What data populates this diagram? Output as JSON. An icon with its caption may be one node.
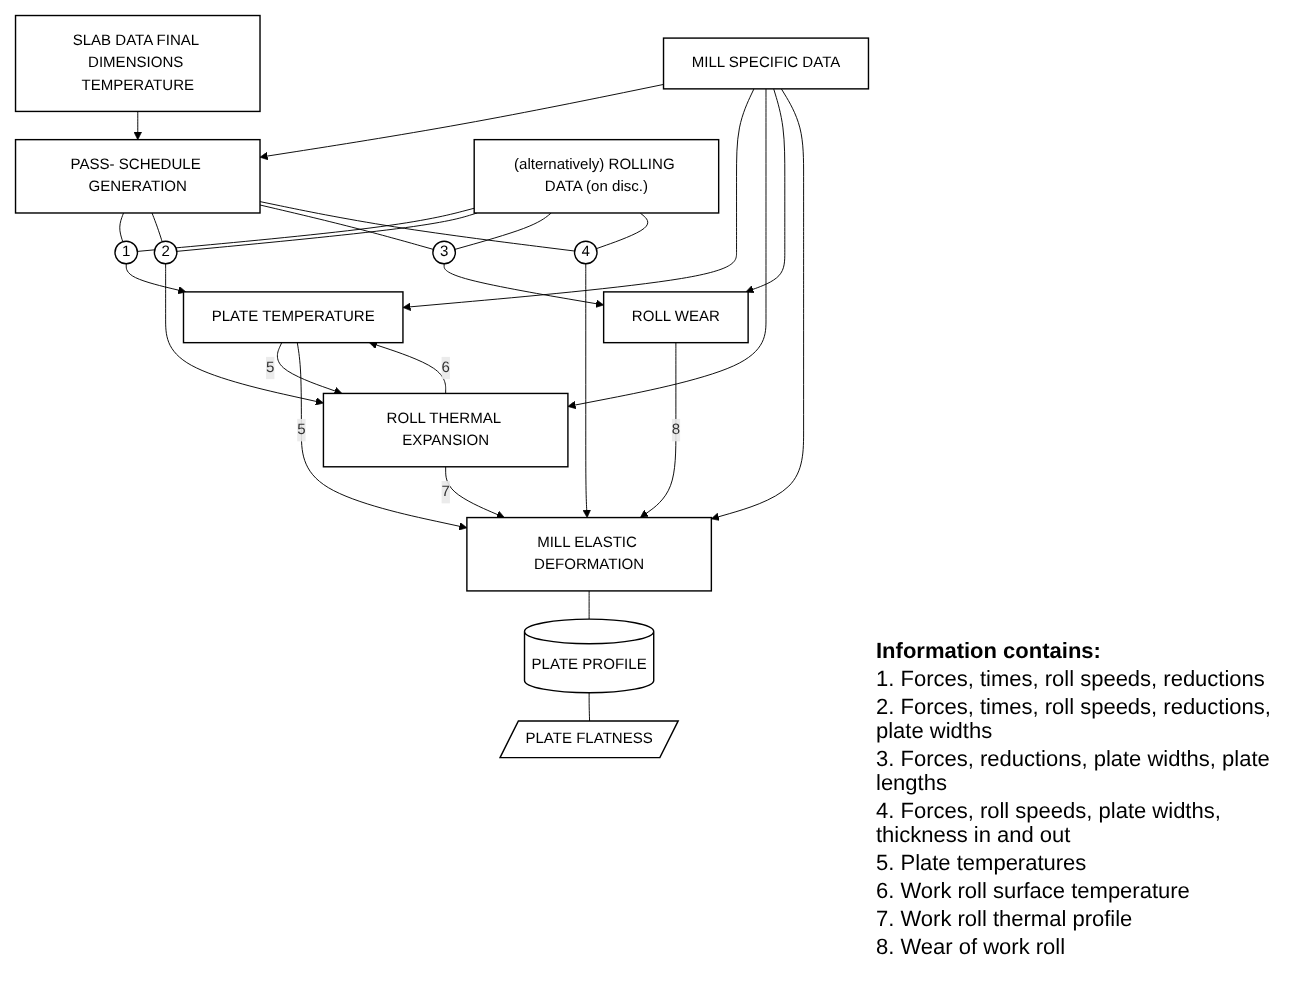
{
  "diagram": {
    "nodes": [
      {
        "text": [
          "MILL SPECIFIC DATA"
        ]
      },
      {
        "text": [
          "PASS- SCHEDULE GENERATION"
        ]
      },
      {
        "text": [
          "SLAB DATA FINAL DIMENSIONS TEMPERATURE"
        ]
      },
      {
        "text": [
          "(alternatively) ROLLING DATA (on disc.)"
        ]
      },
      {
        "text": [
          "1"
        ]
      },
      {
        "text": [
          "2"
        ]
      },
      {
        "text": [
          "3"
        ]
      },
      {
        "text": [
          "4"
        ]
      },
      {
        "text": [
          "PLATE TEMPERATURE"
        ]
      },
      {
        "text": [
          "ROLL THERMAL EXPANSION"
        ]
      },
      {
        "text": [
          "ROLL WEAR"
        ]
      },
      {
        "text": [
          "MILL ELASTIC DEFORMATION"
        ]
      },
      {
        "text": [
          "PLATE PROFILE"
        ]
      },
      {
        "text": [
          "PLATE FLATNESS"
        ]
      }
    ],
    "edges": [
      {
        "from": 0,
        "to": 1,
        "arrow": "to"
      },
      {
        "from": 2,
        "to": 1,
        "arrow": "to"
      },
      {
        "from": 1,
        "to": 4,
        "arrow": "none"
      },
      {
        "from": 1,
        "to": 5,
        "arrow": "none"
      },
      {
        "from": 1,
        "to": 6,
        "arrow": "none"
      },
      {
        "from": 1,
        "to": 7,
        "arrow": "none"
      },
      {
        "from": 3,
        "to": 4,
        "arrow": "none"
      },
      {
        "from": 3,
        "to": 5,
        "arrow": "none"
      },
      {
        "from": 3,
        "to": 6,
        "arrow": "none"
      },
      {
        "from": 3,
        "to": 7,
        "arrow": "none"
      },
      {
        "from": 4,
        "to": 8,
        "arrow": "to"
      },
      {
        "from": 5,
        "to": 9,
        "arrow": "to"
      },
      {
        "from": 6,
        "to": 10,
        "arrow": "to"
      },
      {
        "from": 7,
        "to": 11,
        "arrow": "to"
      },
      {
        "from": 0,
        "to": 8,
        "arrow": "to"
      },
      {
        "from": 0,
        "to": 9,
        "arrow": "to"
      },
      {
        "from": 0,
        "to": 10,
        "arrow": "to"
      },
      {
        "from": 0,
        "to": 11,
        "arrow": "to"
      },
      {
        "from": 8,
        "to": 9,
        "arrow": "to",
        "label": "5"
      },
      {
        "from": 9,
        "to": 8,
        "arrow": "to",
        "label": "6"
      },
      {
        "from": 8,
        "to": 11,
        "arrow": "to",
        "label": "5"
      },
      {
        "from": 9,
        "to": 11,
        "arrow": "to",
        "label": "7"
      },
      {
        "from": 10,
        "to": 11,
        "arrow": "to",
        "label": "8"
      },
      {
        "from": 11,
        "to": 12,
        "arrow": "none"
      },
      {
        "from": 12,
        "to": 13,
        "arrow": "none"
      }
    ],
    "labels": [
      "Information contains:",
      "1. Forces, times, roll speeds, reductions",
      "2. Forces, times, roll speeds, reductions, plate widths",
      "3. Forces, reductions, plate widths, plate lengths",
      "4. Forces, roll speeds, plate widths, thickness in and out",
      "5. Plate temperatures",
      "6. Work roll surface temperature",
      "7. Work roll thermal profile",
      "8. Wear of work roll"
    ]
  }
}
